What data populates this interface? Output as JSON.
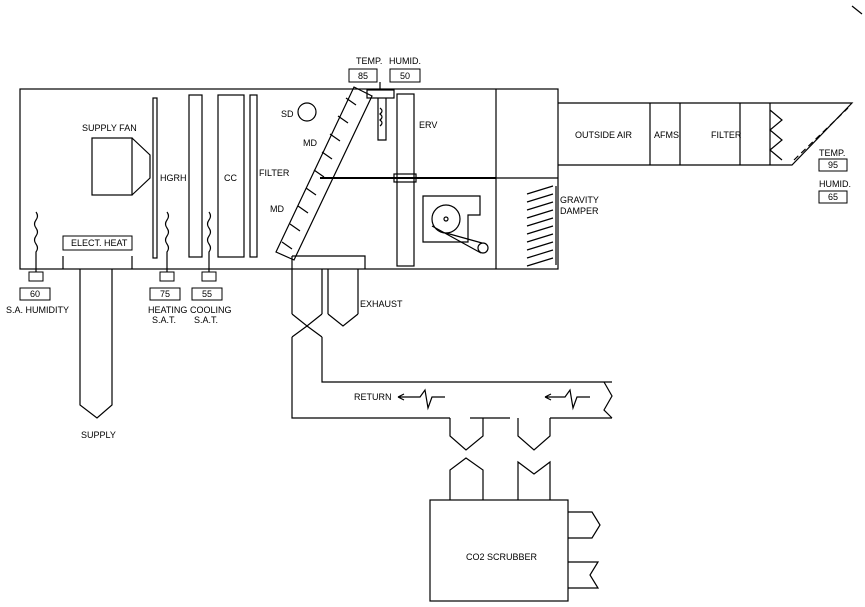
{
  "labels": {
    "supply_fan": "SUPPLY FAN",
    "hgrh": "HGRH",
    "cc": "CC",
    "filter_inner": "FILTER",
    "sd": "SD",
    "md_upper": "MD",
    "md_lower": "MD",
    "erv": "ERV",
    "elect_heat": "ELECT. HEAT",
    "outside_air": "OUTSIDE AIR",
    "afms": "AFMS",
    "filter_outer": "FILTER",
    "gravity_damper_1": "GRAVITY",
    "gravity_damper_2": "DAMPER",
    "exhaust": "EXHAUST",
    "return": "RETURN",
    "supply": "SUPPLY",
    "co2_scrubber": "CO2 SCRUBBER",
    "temp_top": "TEMP.",
    "humid_top": "HUMID.",
    "temp_right": "TEMP.",
    "humid_right": "HUMID.",
    "sa_humidity": "S.A. HUMIDITY",
    "heating_1": "HEATING",
    "heating_2": "S.A.T.",
    "cooling_1": "COOLING",
    "cooling_2": "S.A.T."
  },
  "readouts": {
    "temp_top": "85",
    "humid_top": "50",
    "temp_right": "95",
    "humid_right": "65",
    "sa_humidity": "60",
    "heating_sat": "75",
    "cooling_sat": "55"
  }
}
